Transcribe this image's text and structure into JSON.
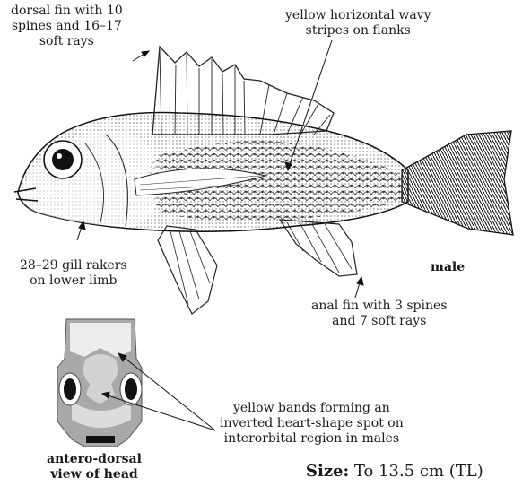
{
  "annotations": {
    "dorsal_fin": [
      "dorsal fin with 10",
      "spines and 16–17",
      "soft rays"
    ],
    "stripes": [
      "yellow horizontal wavy",
      "stripes on flanks"
    ],
    "gill_rakers": [
      "28–29 gill rakers",
      "on lower limb"
    ],
    "sex_label": "male",
    "anal_fin": [
      "anal fin with 3 spines",
      "and 7 soft rays"
    ],
    "head_view": [
      "antero-dorsal",
      "view of head"
    ],
    "bands": [
      "yellow bands forming an",
      "inverted heart-shape spot on",
      "interorbital region in males"
    ]
  },
  "size": {
    "label": "Size:",
    "value": "To 13.5 cm (TL)"
  },
  "colors": {
    "ink": "#1a1a1a",
    "head_gray": "#a9a9a9",
    "head_light": "#d3d3d3"
  }
}
